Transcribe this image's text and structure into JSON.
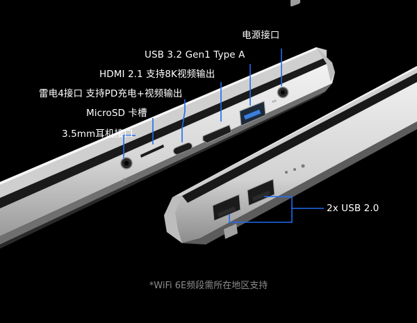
{
  "labels": {
    "power_port": "电源接口",
    "usb_a": "USB 3.2 Gen1 Type A",
    "hdmi": "HDMI 2.1 支持8K视频输出",
    "thunderbolt": "雷电4接口 支持PD充电+视频输出",
    "microsd": "MicroSD 卡槽",
    "audio_jack": "3.5mm耳机接口",
    "usb2": "2x USB 2.0"
  },
  "footnote": "*WiFi 6E频段需所在地区支持",
  "colors": {
    "background": "#000000",
    "callout_line": "#1e6cf0",
    "chassis": "#dcdcdc",
    "label_text": "#ffffff",
    "footnote_text": "#8d8d8d"
  }
}
